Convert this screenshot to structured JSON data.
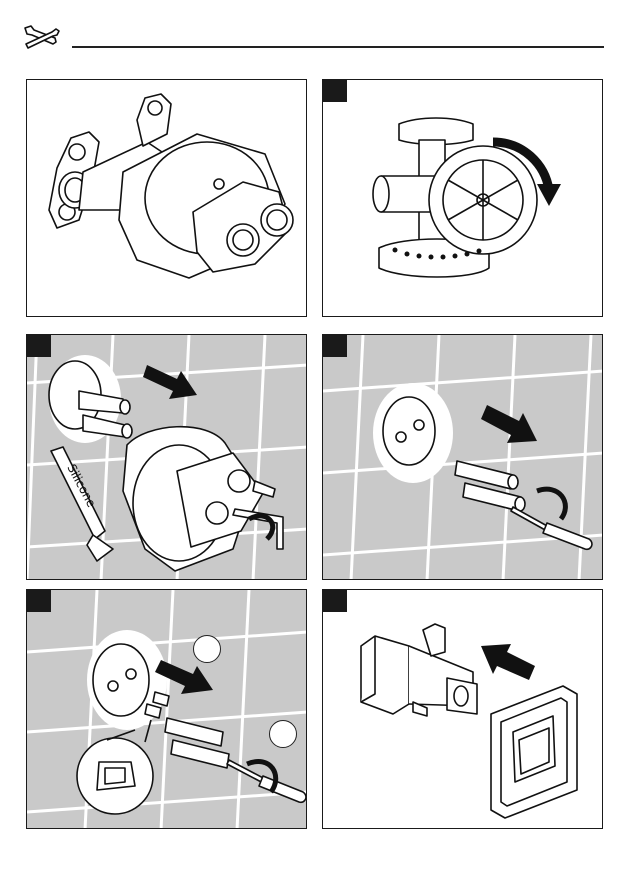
{
  "header": {
    "icon": "tools-icon"
  },
  "panels": [
    {
      "id": "overview",
      "background": "white",
      "has_step_tab": false
    },
    {
      "id": "step-1",
      "background": "white",
      "has_step_tab": true
    },
    {
      "id": "step-2",
      "background": "grey",
      "has_step_tab": true
    },
    {
      "id": "step-3",
      "background": "grey",
      "has_step_tab": true
    },
    {
      "id": "step-4",
      "background": "grey",
      "has_step_tab": true
    },
    {
      "id": "step-5",
      "background": "white",
      "has_step_tab": true
    }
  ],
  "labels": {
    "silicone": "Silicone"
  },
  "colors": {
    "tile_bg": "#c9c9c9",
    "grout": "#ffffff",
    "line": "#1a1a1a"
  }
}
